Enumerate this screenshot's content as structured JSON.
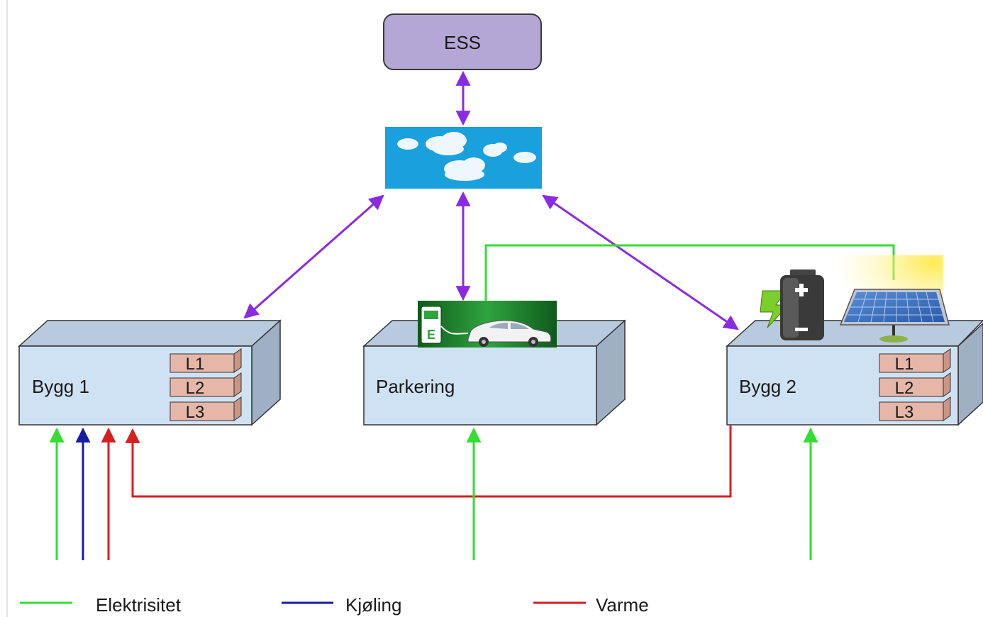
{
  "diagram": {
    "ess": {
      "label": "ESS"
    },
    "cloud": {
      "label": ""
    },
    "buildings": [
      {
        "id": "bygg1",
        "label": "Bygg 1",
        "levels": [
          "L1",
          "L2",
          "L3"
        ]
      },
      {
        "id": "parkering",
        "label": "Parkering",
        "levels": []
      },
      {
        "id": "bygg2",
        "label": "Bygg 2",
        "levels": [
          "L1",
          "L2",
          "L3"
        ]
      }
    ],
    "charger": {
      "badge": "E"
    }
  },
  "legend": {
    "items": [
      {
        "label": "Elektrisitet",
        "color": "#33dd33"
      },
      {
        "label": "Kjøling",
        "color": "#1a1aa8"
      },
      {
        "label": "Varme",
        "color": "#d42020"
      }
    ]
  },
  "colors": {
    "comm_arrow": "#8a2be2",
    "box_front": "#cfe2f3",
    "box_side": "#9fb0c4",
    "box_top": "#b8cadd",
    "level_fill": "#e6b7a8",
    "ess_fill": "#b4a7d6",
    "cloud_bg": "#1aa0dd"
  }
}
